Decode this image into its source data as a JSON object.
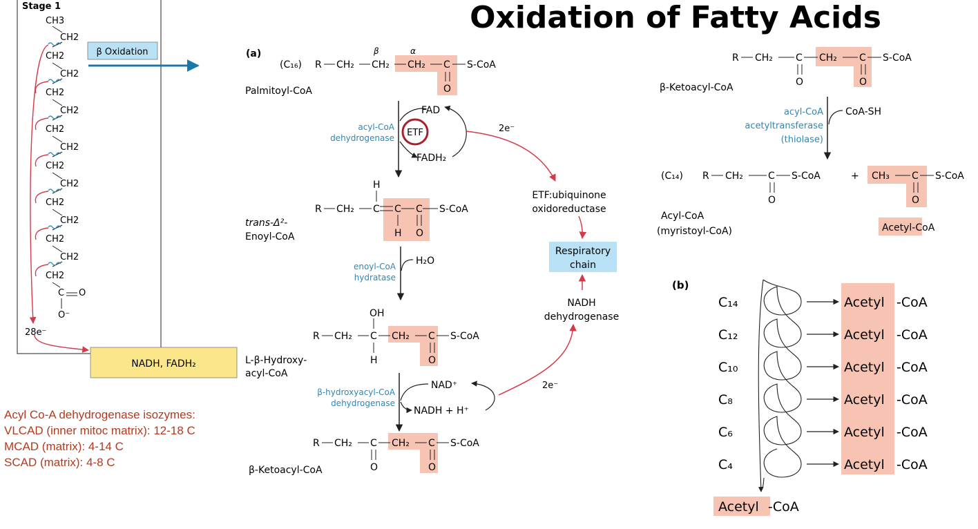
{
  "title": "Oxidation of Fatty Acids",
  "stage1": {
    "label": "Stage 1",
    "beta_oxidation": "β Oxidation",
    "chain": [
      "CH3",
      "CH2",
      "CH2",
      "CH2",
      "CH2",
      "CH2",
      "CH2",
      "CH2",
      "CH2",
      "CH2",
      "CH2",
      "CH2",
      "CH2",
      "CH2",
      "CH2",
      "C",
      "O",
      "O⁻"
    ],
    "electrons": "28e⁻",
    "nadh_box": "NADH, FADH₂"
  },
  "isozymes": {
    "heading": "Acyl Co-A dehydrogenase isozymes:",
    "lines": [
      "VLCAD (inner mitoc matrix): 12-18 C",
      "MCAD (matrix): 4-14 C",
      "SCAD (matrix): 4-8  C"
    ]
  },
  "panel_a": {
    "label": "(a)",
    "c16": "(C₁₆)",
    "palmitoyl": "Palmitoyl-CoA",
    "greek_beta": "β",
    "greek_alpha": "α",
    "R": "R",
    "CH2": "CH₂",
    "C": "C",
    "O": "O",
    "H": "H",
    "OH": "OH",
    "SCoA": "S-CoA",
    "FAD": "FAD",
    "ETF": "ETF",
    "FADH2": "FADH₂",
    "acylcoa_dh": [
      "acyl-CoA",
      "dehydrogenase"
    ],
    "two_e": "2e⁻",
    "trans_enoyl": [
      "trans-Δ²-",
      "Enoyl-CoA"
    ],
    "etf_uq": [
      "ETF:ubiquinone",
      "oxidoreductase"
    ],
    "resp_chain": [
      "Respiratory",
      "chain"
    ],
    "enoyl_hydratase": [
      "enoyl-CoA",
      "hydratase"
    ],
    "H2O": "H₂O",
    "nadh_dh": [
      "NADH",
      "dehydrogenase"
    ],
    "hydroxyacyl": [
      "L-β-Hydroxy-",
      "acyl-CoA"
    ],
    "hydroxy_dh": [
      "β-hydroxyacyl-CoA",
      "dehydrogenase"
    ],
    "NAD": "NAD⁺",
    "NADH_H": "NADH + H⁺",
    "ketoacyl": "β-Ketoacyl-CoA"
  },
  "panel_right": {
    "ketoacyl": "β-Ketoacyl-CoA",
    "thiolase": [
      "acyl-CoA",
      "acetyltransferase",
      "(thiolase)"
    ],
    "CoASH": "CoA-SH",
    "c14": "(C₁₄)",
    "plus": "+",
    "CH3": "CH₃",
    "acyl_coa": [
      "Acyl-CoA",
      "(myristoyl-CoA)"
    ],
    "acetyl_coa": "Acetyl-CoA"
  },
  "panel_b": {
    "label": "(b)",
    "carbons": [
      "C₁₄",
      "C₁₂",
      "C₁₀",
      "C₈",
      "C₆",
      "C₄"
    ],
    "acetyl": "Acetyl",
    "coa_suffix": "-CoA",
    "bottom_acetyl": "Acetyl",
    "bottom_coa": "-CoA"
  },
  "colors": {
    "highlight": "#f7c4b4",
    "resp_box": "#b9e1f5",
    "nadh_box": "#fbe78a",
    "beta_box": "#b9e1f5",
    "enzyme_text": "#2b87b6",
    "red_arrow": "#d43a4a",
    "blue_arrow": "#1a77a6",
    "etf_circle": "#a5212b"
  }
}
